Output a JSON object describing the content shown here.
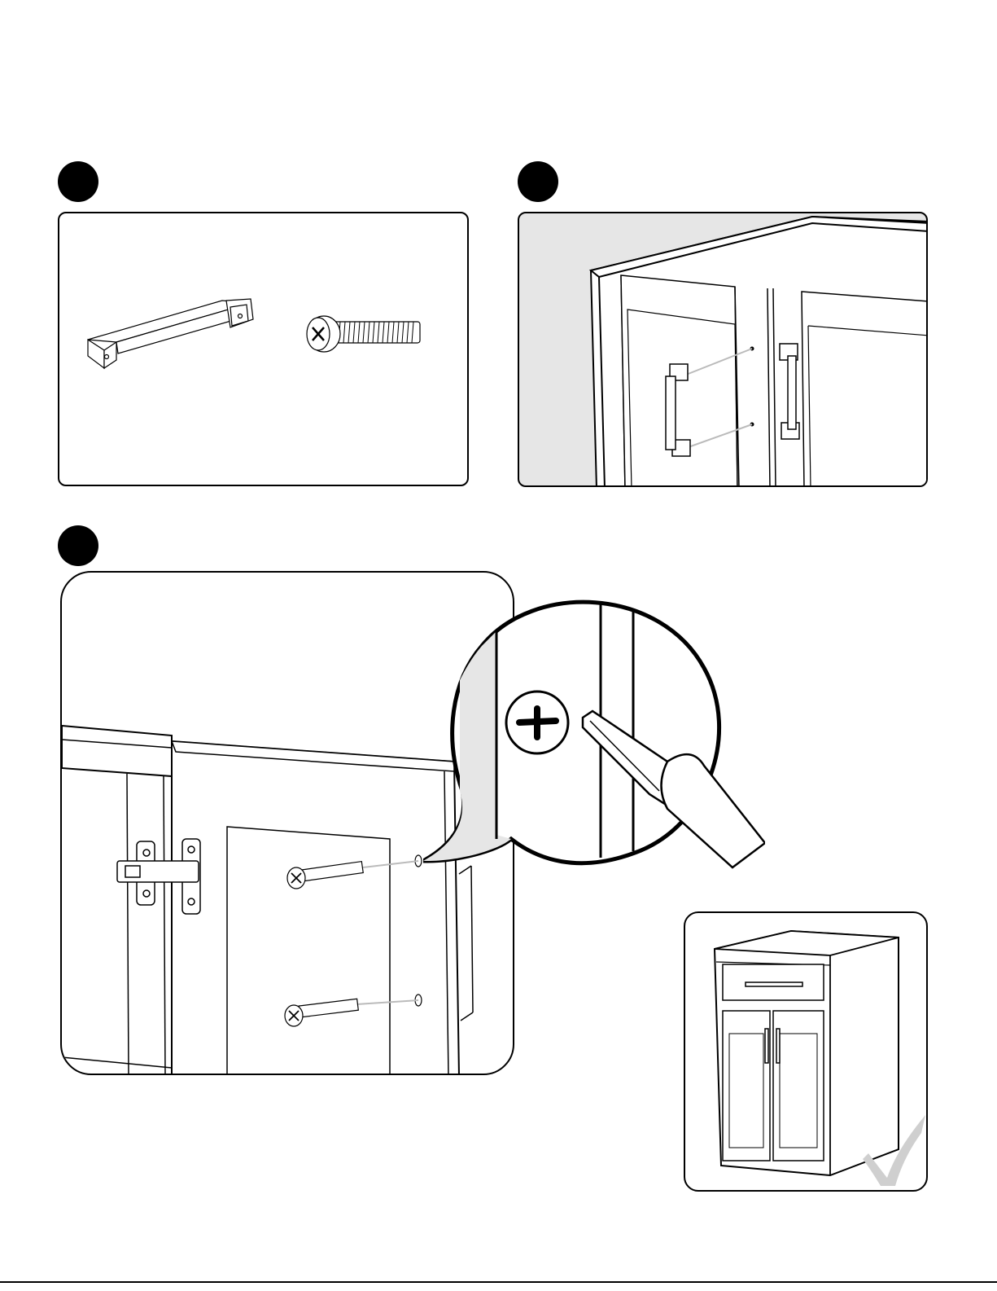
{
  "page": {
    "steps": [
      {
        "id": 1,
        "content": "hardware-parts"
      },
      {
        "id": 2,
        "content": "handle-placement"
      },
      {
        "id": 3,
        "content": "screw-installation"
      }
    ],
    "completion": {
      "icon": "checkmark-icon"
    }
  },
  "icons": [
    "handle-icon",
    "screw-icon",
    "screwdriver-icon",
    "hinge-icon",
    "checkmark-icon"
  ],
  "colors": {
    "line": "#000000",
    "shade": "#e6e6e6",
    "checkmark": "#cfcfcf"
  }
}
